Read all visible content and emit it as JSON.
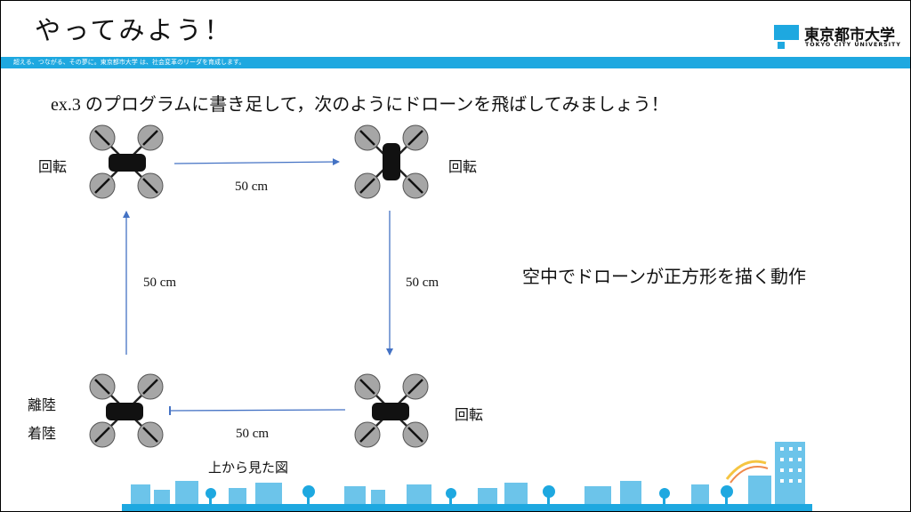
{
  "header": {
    "title": "やってみよう！",
    "tagline": "超える、つながる、その夢に。東京都市大学 は、社会変革のリーダを育成します。",
    "logo_name": "東京都市大学",
    "logo_en": "TOKYO CITY UNIVERSITY"
  },
  "instruction": "ex.3 のプログラムに書き足して，次のようにドローンを飛ばしてみましょう！",
  "labels": {
    "top_left": "回転",
    "top_right": "回転",
    "bottom_right": "回転",
    "takeoff": "離陸",
    "landing": "着陸"
  },
  "distances": {
    "top": "50 cm",
    "right": "50 cm",
    "left": "50 cm",
    "bottom": "50 cm"
  },
  "description": "空中でドローンが正方形を描く動作",
  "caption": "上から見た図",
  "colors": {
    "brand": "#1ea8e0",
    "arrow": "#4472c4",
    "rotor": "#a6a6a6",
    "drone_body": "#111111"
  },
  "icons": [
    "drone-icon",
    "city-skyline-icon"
  ]
}
